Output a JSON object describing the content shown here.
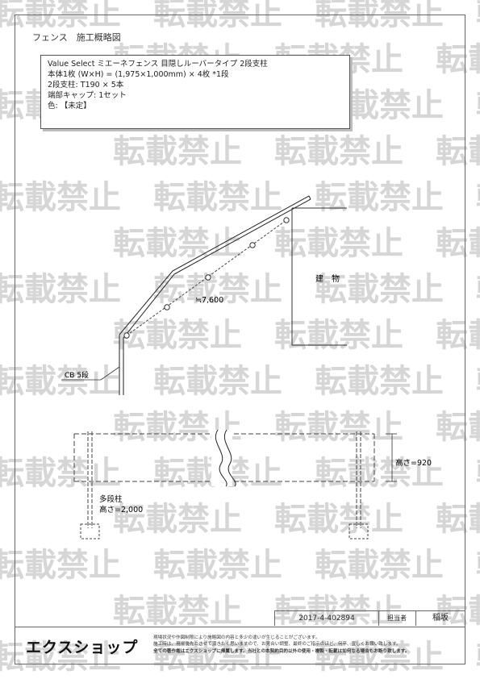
{
  "watermark": {
    "text": "転載禁止",
    "color": "#d6d6d6"
  },
  "header": {
    "title": "フェンス　施工概略図"
  },
  "spec": {
    "lines": [
      "Value Select ミエーネフェンス 目隠しルーバータイプ 2段支柱",
      "本体1枚 (W×H) =  (1,975×1,000mm) × 4枚  *1段",
      "2段支柱:  T190 × 5本",
      "端部キャップ:  1セット",
      "色:  【未定】"
    ]
  },
  "plan": {
    "building_label": "建　物",
    "length_label": "≒7,600",
    "cb_label": "CB 5段"
  },
  "elevation": {
    "height_label": "高さ=920",
    "post_label": "多段柱",
    "post_height_label": "高さ=2,000"
  },
  "title_block": {
    "drawing_no": "2017-4-402894",
    "staff_label": "担当者",
    "staff_name": "稲坂"
  },
  "footer": {
    "logo": "エクスショップ",
    "notes": [
      "現場状況や作図制限により施略図の内容と多少の違いが生じることがございます。",
      "施工時は、現場優先とさせて頂きたく思いますので、お見合い調整、最終のご指示のほど、何卒、宜しくお願い致します。",
      "全ての著作権はエクスショップに帰属します。当社との本契約目的以外の使用・複製・転載は如何なる場合もお断り致します。"
    ]
  }
}
